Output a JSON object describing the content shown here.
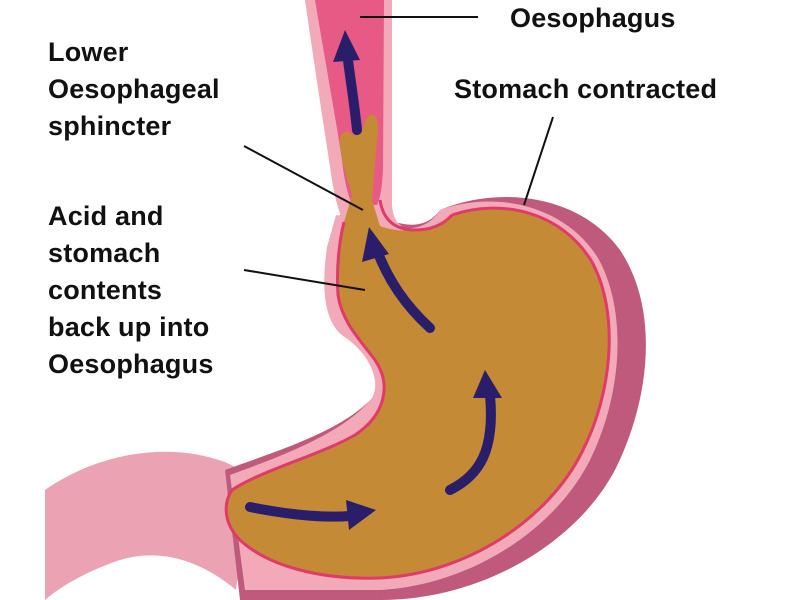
{
  "labels": {
    "oesophagus": "Oesophagus",
    "sphincter": "Lower\nOesophageal\nsphincter",
    "stomach_contracted": "Stomach contracted",
    "acid_reflux": "Acid and\nstomach\ncontents\nback up into\nOesophagus"
  },
  "colors": {
    "stomach_outer_wall": "#c05a7c",
    "stomach_lining": "#f2aab8",
    "stomach_membrane": "#e03a6a",
    "stomach_contents": "#c48a36",
    "oesophagus_lumen": "#e85a86",
    "intestine": "#eba3b3",
    "arrow": "#2a1e6b",
    "leader_line": "#111111"
  }
}
